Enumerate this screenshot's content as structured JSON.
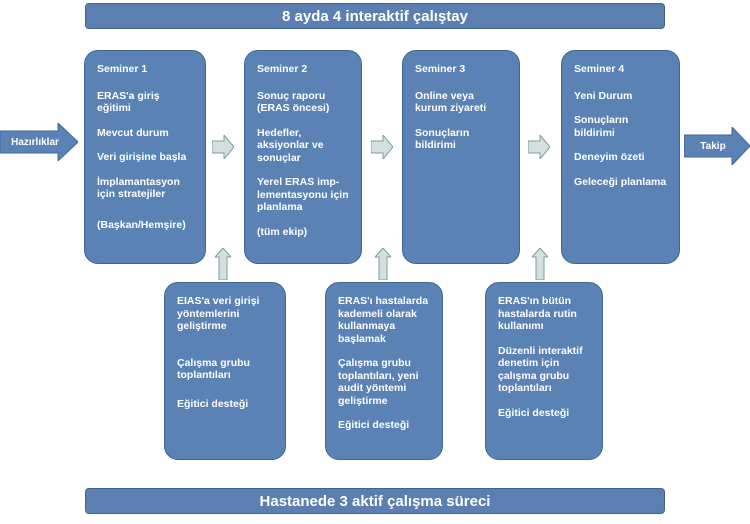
{
  "header": {
    "title": "8 ayda 4 interaktif çalıştay"
  },
  "footer": {
    "title": "Hastanede 3 aktif çalışma süreci"
  },
  "flow": {
    "start_label": "Hazırlıklar",
    "end_label": "Takip"
  },
  "seminars": [
    {
      "title": "Seminer 1",
      "items": [
        "ERAS'a giriş eğitimi",
        "Mevcut durum",
        "Veri girişine başla",
        "İmplamantasyon için stratejiler",
        "(Başkan/Hemşire)"
      ]
    },
    {
      "title": "Seminer 2",
      "items": [
        "Sonuç raporu (ERAS öncesi)",
        "Hedefler, aksiyonlar ve sonuçlar",
        "Yerel ERAS imp-lementasyonu için planlama",
        "(tüm ekip)"
      ]
    },
    {
      "title": "Seminer 3",
      "items": [
        "Online veya kurum ziyareti",
        "Sonuçların bildirimi"
      ]
    },
    {
      "title": "Seminer 4",
      "items": [
        "Yeni Durum",
        "Sonuçların bildirimi",
        "Deneyim özeti",
        "Geleceği planlama"
      ]
    }
  ],
  "work_periods": [
    {
      "items": [
        "EIAS'a veri girişi yöntemlerini geliştirme",
        "Çalışma grubu toplantıları",
        "Eğitici desteği"
      ]
    },
    {
      "items": [
        "ERAS'ı hastalarda kademeli olarak kullanmaya başlamak",
        "Çalışma grubu toplantıları, yeni audit yöntemi geliştirme",
        "Eğitici desteği"
      ]
    },
    {
      "items": [
        "ERAS'ın bütün hastalarda rutin kullanımı",
        "Düzenli interaktif denetim için çalışma grubu toplantıları",
        "Eğitici desteği"
      ]
    }
  ],
  "colors": {
    "box_fill": "#5b82b5",
    "box_border": "#3f6697",
    "arrow_fill": "#d4dfe0",
    "arrow_border": "#7f9c9c",
    "text": "#ffffff"
  }
}
